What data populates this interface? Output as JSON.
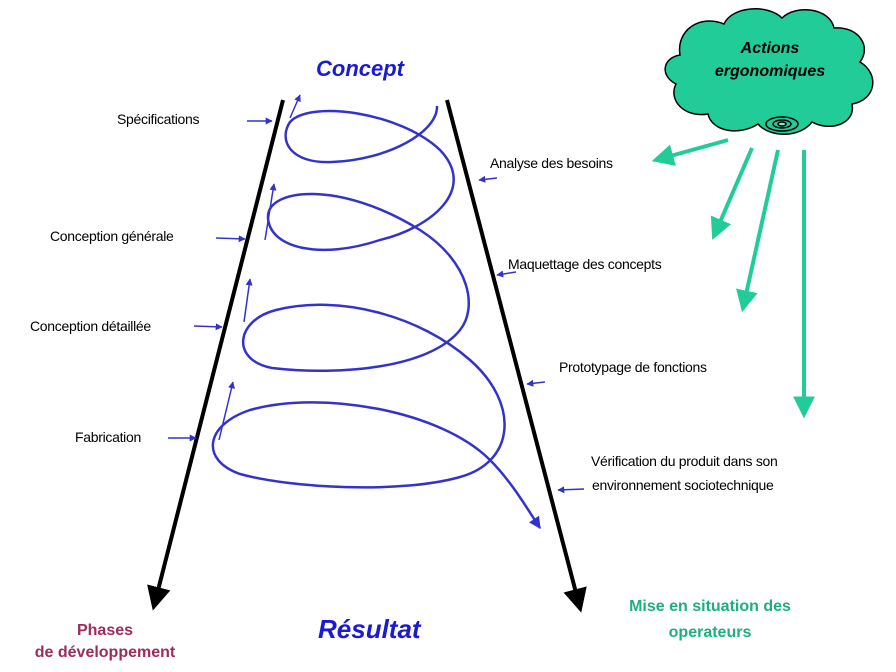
{
  "titles": {
    "top": "Concept",
    "bottom": "Résultat"
  },
  "cloud": {
    "line1": "Actions",
    "line2": "ergonomiques",
    "color": "#22cc99"
  },
  "left_phases": [
    "Spécifications",
    "Conception générale",
    "Conception détaillée",
    "Fabrication"
  ],
  "right_phases": [
    "Analyse des besoins",
    "Maquettage des concepts",
    "Prototypage de fonctions",
    "Vérification du produit dans son",
    "environnement sociotechnique"
  ],
  "footer": {
    "left_line1": "Phases",
    "left_line2": "de développement",
    "left_color": "#9b2c5e",
    "right_line1": "Mise en situation des",
    "right_line2": "operateurs",
    "right_color": "#1fae7f"
  },
  "colors": {
    "spiral": "#3333cc",
    "funnel": "#000000",
    "green_arrow": "#22cc99"
  }
}
